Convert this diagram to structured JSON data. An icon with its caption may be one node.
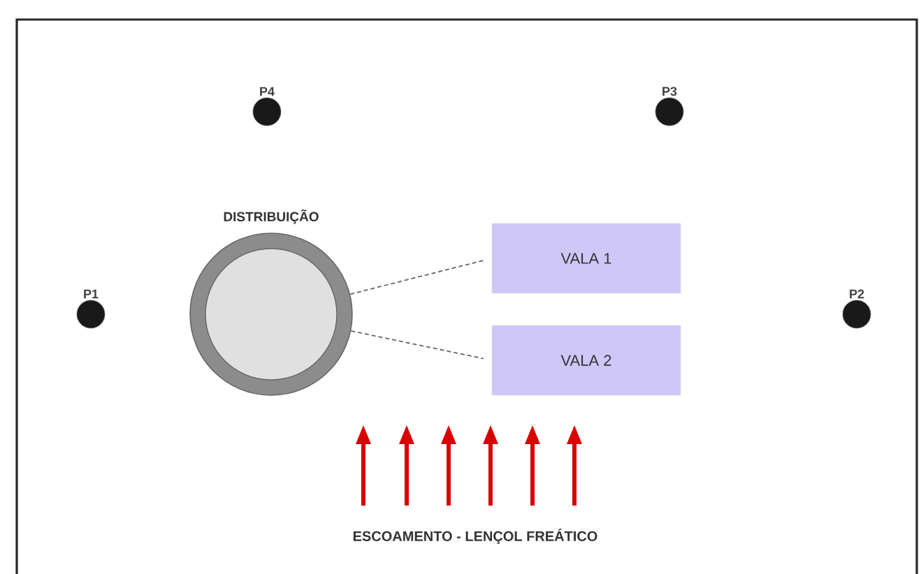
{
  "diagram": {
    "nodes": [
      {
        "text": [
          "P4"
        ]
      },
      {
        "text": [
          "P3"
        ]
      },
      {
        "text": [
          "P1"
        ]
      },
      {
        "text": [
          "DISTRIBUIÇÃO"
        ]
      },
      {
        "text": [
          "VALA 1"
        ]
      },
      {
        "text": [
          "VALA 2"
        ]
      },
      {
        "text": [
          "P2"
        ]
      }
    ],
    "edges": [
      {
        "from": 3,
        "to": 4,
        "arrow": "none",
        "style": "dashed"
      },
      {
        "from": 3,
        "to": 5,
        "arrow": "none",
        "style": "dashed"
      }
    ],
    "labels": [
      "ESCOAMENTO - LENÇOL FREÁTICO"
    ]
  }
}
